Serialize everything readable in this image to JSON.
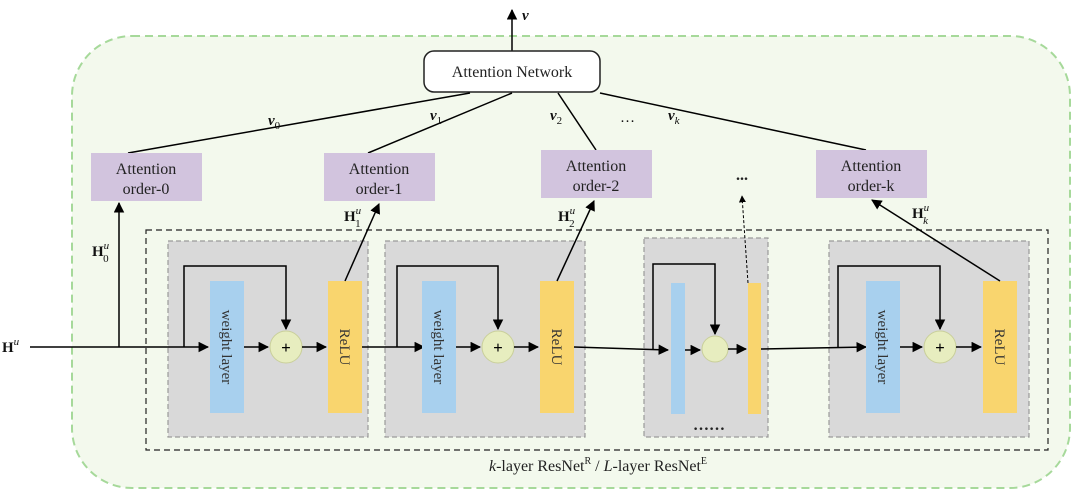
{
  "colors": {
    "outer_border": "#a6d99a",
    "outer_fill": "#f3f9ed",
    "attention_box": "#d2c4de",
    "block_fill": "#d9d9d9",
    "block_border": "#9a9a9a",
    "weight_layer": "#a8d0ee",
    "relu": "#f9d56e",
    "plus_circle": "#e7edbf",
    "line": "#000000"
  },
  "output_label": "v",
  "attention_network": "Attention Network",
  "edge_labels": {
    "v0": {
      "base": "v",
      "sub": "0"
    },
    "v1": {
      "base": "v",
      "sub": "1"
    },
    "v2": {
      "base": "v",
      "sub": "2"
    },
    "vdots": "…",
    "vk": {
      "base": "v",
      "sub": "k"
    }
  },
  "attention_orders": [
    {
      "line1": "Attention",
      "line2": "order-0"
    },
    {
      "line1": "Attention",
      "line2": "order-1"
    },
    {
      "line1": "Attention",
      "line2": "order-2"
    },
    {
      "line1": "Attention",
      "line2": "order-k"
    }
  ],
  "attention_more": "...",
  "hidden_labels": {
    "h0": {
      "base": "H",
      "sup": "u",
      "sub": "0"
    },
    "h1": {
      "base": "H",
      "sup": "u",
      "sub": "1"
    },
    "h2": {
      "base": "H",
      "sup": "u",
      "sub": "2"
    },
    "hk": {
      "base": "H",
      "sup": "u",
      "sub": "k"
    }
  },
  "input_label": {
    "base": "H",
    "sup": "u"
  },
  "blocks": [
    {
      "weight": "weight layer",
      "relu": "ReLU",
      "plus": "+"
    },
    {
      "weight": "weight layer",
      "relu": "ReLU",
      "plus": "+"
    },
    {
      "weight": "",
      "relu": "",
      "plus": ""
    },
    {
      "weight": "weight layer",
      "relu": "ReLU",
      "plus": "+"
    }
  ],
  "ellipsis_bottom": "……",
  "caption": {
    "k": "k",
    "part1": "-layer ResNet",
    "supR": "R",
    "sep": " / ",
    "L": "L",
    "part2": "-layer ResNet",
    "supE": "E"
  }
}
